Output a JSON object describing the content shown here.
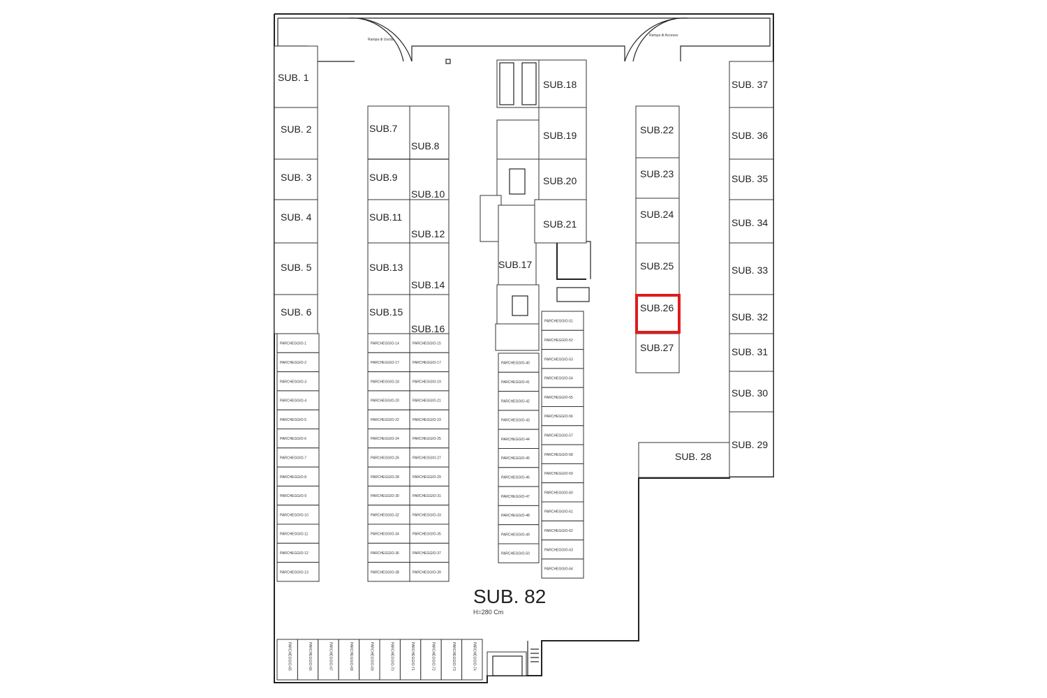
{
  "plan": {
    "main_unit": "SUB. 82",
    "height_note": "H=280 Cm",
    "ramp_exit": "Rampa di Uscita",
    "ramp_access": "Rampa di Accesso",
    "highlight_color": "#e01b1b",
    "highlighted_unit": "SUB.26"
  },
  "units": {
    "sub1": "SUB. 1",
    "sub2": "SUB. 2",
    "sub3": "SUB. 3",
    "sub4": "SUB. 4",
    "sub5": "SUB. 5",
    "sub6": "SUB. 6",
    "sub7": "SUB.7",
    "sub8": "SUB.8",
    "sub9": "SUB.9",
    "sub10": "SUB.10",
    "sub11": "SUB.11",
    "sub12": "SUB.12",
    "sub13": "SUB.13",
    "sub14": "SUB.14",
    "sub15": "SUB.15",
    "sub16": "SUB.16",
    "sub17": "SUB.17",
    "sub18": "SUB.18",
    "sub19": "SUB.19",
    "sub20": "SUB.20",
    "sub21": "SUB.21",
    "sub22": "SUB.22",
    "sub23": "SUB.23",
    "sub24": "SUB.24",
    "sub25": "SUB.25",
    "sub26": "SUB.26",
    "sub27": "SUB.27",
    "sub28": "SUB. 28",
    "sub29": "SUB. 29",
    "sub30": "SUB. 30",
    "sub31": "SUB. 31",
    "sub32": "SUB. 32",
    "sub33": "SUB. 33",
    "sub34": "SUB. 34",
    "sub35": "SUB. 35",
    "sub36": "SUB. 36",
    "sub37": "SUB. 37"
  },
  "parking": {
    "colA": [
      "PARCHEGGIO-1",
      "PARCHEGGIO-2",
      "PARCHEGGIO-3",
      "PARCHEGGIO-4",
      "PARCHEGGIO-5",
      "PARCHEGGIO-6",
      "PARCHEGGIO-7",
      "PARCHEGGIO-8",
      "PARCHEGGIO-9",
      "PARCHEGGIO-10",
      "PARCHEGGIO-11",
      "PARCHEGGIO-12",
      "PARCHEGGIO-13"
    ],
    "colB": [
      "PARCHEGGIO-14",
      "PARCHEGGIO-17",
      "PARCHEGGIO-18",
      "PARCHEGGIO-20",
      "PARCHEGGIO-22",
      "PARCHEGGIO-24",
      "PARCHEGGIO-26",
      "PARCHEGGIO-28",
      "PARCHEGGIO-30",
      "PARCHEGGIO-32",
      "PARCHEGGIO-34",
      "PARCHEGGIO-36",
      "PARCHEGGIO-38"
    ],
    "colC": [
      "PARCHEGGIO-15",
      "PARCHEGGIO-17",
      "PARCHEGGIO-19",
      "PARCHEGGIO-21",
      "PARCHEGGIO-23",
      "PARCHEGGIO-25",
      "PARCHEGGIO-27",
      "PARCHEGGIO-29",
      "PARCHEGGIO-31",
      "PARCHEGGIO-33",
      "PARCHEGGIO-35",
      "PARCHEGGIO-37",
      "PARCHEGGIO-39"
    ],
    "colD": [
      "PARCHEGGIO-40",
      "PARCHEGGIO-41",
      "PARCHEGGIO-42",
      "PARCHEGGIO-43",
      "PARCHEGGIO-44",
      "PARCHEGGIO-45",
      "PARCHEGGIO-46",
      "PARCHEGGIO-47",
      "PARCHEGGIO-48",
      "PARCHEGGIO-49",
      "PARCHEGGIO-50"
    ],
    "colE": [
      "PARCHEGGIO-51",
      "PARCHEGGIO-52",
      "PARCHEGGIO-53",
      "PARCHEGGIO-54",
      "PARCHEGGIO-55",
      "PARCHEGGIO-56",
      "PARCHEGGIO-57",
      "PARCHEGGIO-58",
      "PARCHEGGIO-59",
      "PARCHEGGIO-60",
      "PARCHEGGIO-61",
      "PARCHEGGIO-62",
      "PARCHEGGIO-63",
      "PARCHEGGIO-64"
    ],
    "bottom": [
      "PARCHEGGIO-65",
      "PARCHEGGIO-66",
      "PARCHEGGIO-67",
      "PARCHEGGIO-68",
      "PARCHEGGIO-69",
      "PARCHEGGIO-70",
      "PARCHEGGIO-71",
      "PARCHEGGIO-72",
      "PARCHEGGIO-73",
      "PARCHEGGIO-74"
    ]
  }
}
